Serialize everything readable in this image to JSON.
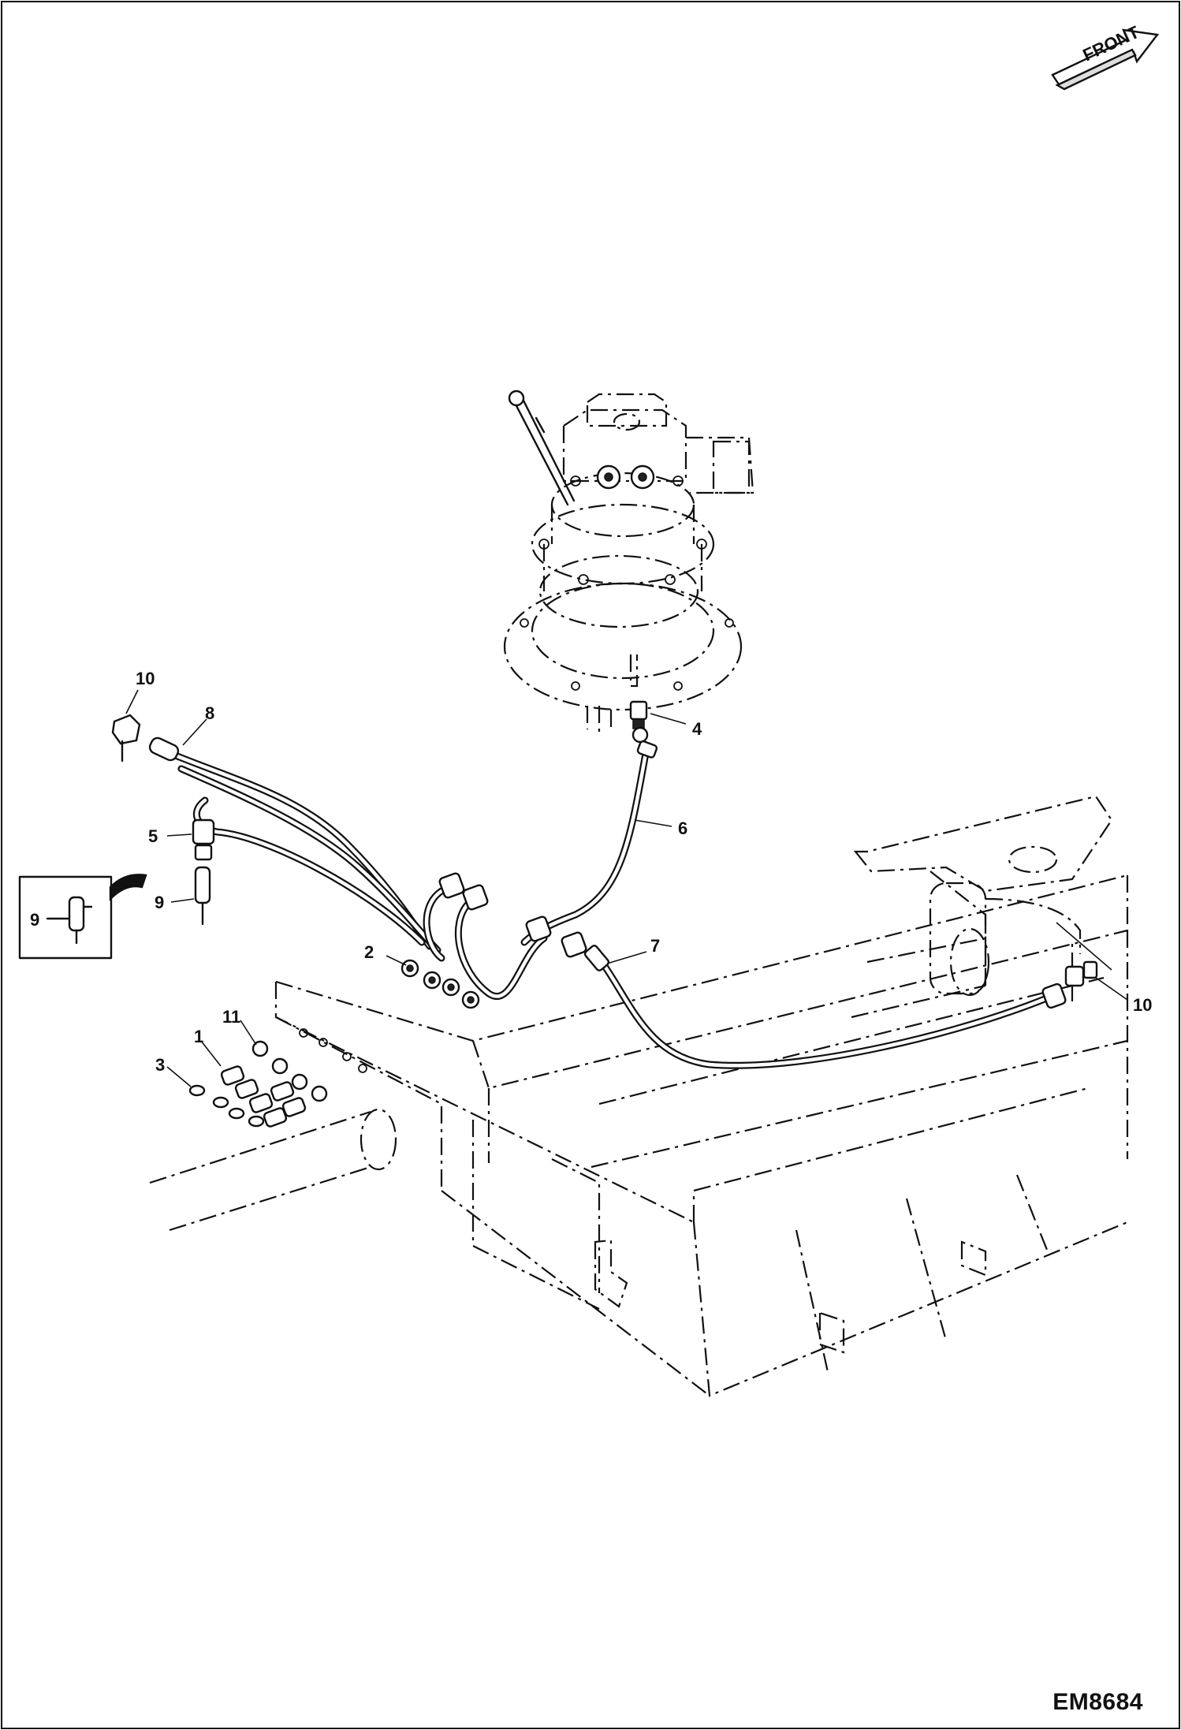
{
  "front_indicator": {
    "label": "FRONT"
  },
  "callouts": {
    "c1": "1",
    "c2": "2",
    "c3": "3",
    "c4": "4",
    "c5": "5",
    "c6": "6",
    "c7": "7",
    "c8": "8",
    "c9_inset": "9",
    "c9": "9",
    "c10_left": "10",
    "c10_right": "10",
    "c11": "11"
  },
  "drawing_id": "EM8684"
}
